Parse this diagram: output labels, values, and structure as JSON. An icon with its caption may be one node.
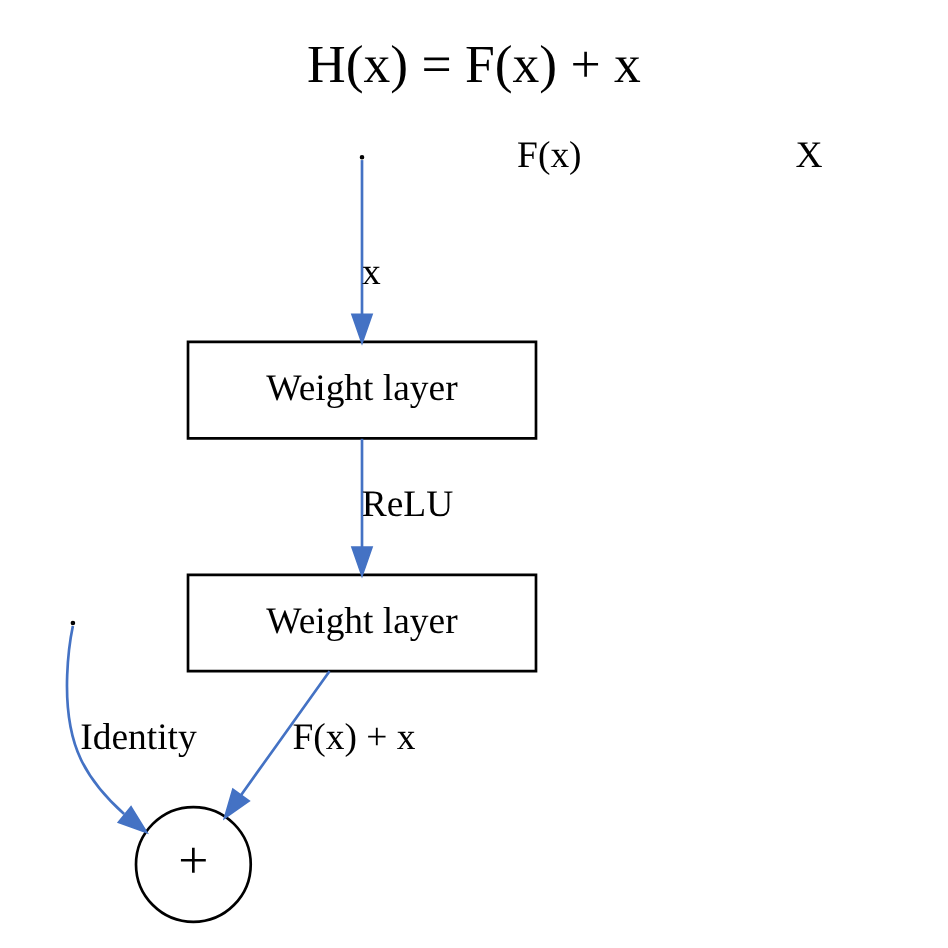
{
  "diagram": {
    "title": "H(x) = F(x) + x",
    "nodes": [
      {
        "text": [
          "Weight layer"
        ]
      },
      {
        "text": [
          "Weight layer"
        ]
      },
      {
        "text": [
          "+"
        ]
      }
    ],
    "edges": [
      {
        "from": null,
        "to": 0,
        "arrow": "to",
        "label": "x"
      },
      {
        "from": 0,
        "to": 1,
        "arrow": "to",
        "label": "ReLU"
      },
      {
        "from": 1,
        "to": 2,
        "arrow": "to",
        "label": "F(x) + x"
      },
      {
        "from": null,
        "to": 2,
        "arrow": "to",
        "label": "Identity"
      }
    ],
    "labels": [
      "F(x)",
      "X"
    ]
  }
}
